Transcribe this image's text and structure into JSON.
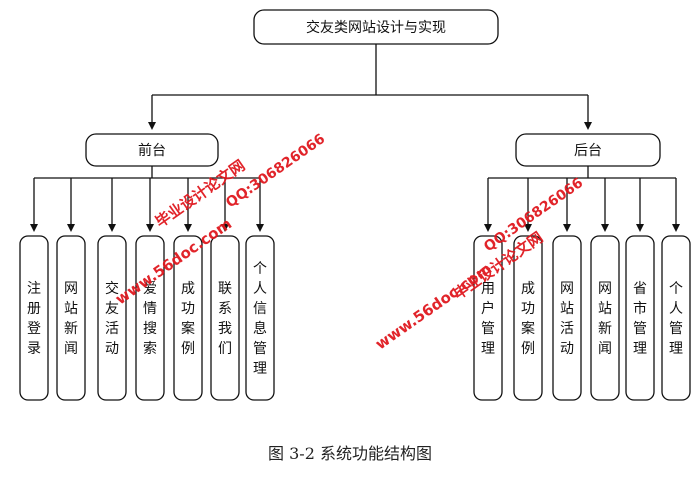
{
  "root": {
    "label": "交友类网站设计与实现"
  },
  "groups": [
    {
      "label": "前台",
      "children": [
        "注册登录",
        "网站新闻",
        "交友活动",
        "爱情搜索",
        "成功案例",
        "联系我们",
        "个人信息管理"
      ]
    },
    {
      "label": "后台",
      "children": [
        "用户管理",
        "成功案例",
        "网站活动",
        "网站新闻",
        "省市管理",
        "个人管理"
      ]
    }
  ],
  "caption": "图 3-2 系统功能结构图",
  "watermarks": [
    {
      "text": "毕业设计论文网"
    },
    {
      "text": "www.56doc.com"
    },
    {
      "text": "QQ:306826066"
    },
    {
      "text": "毕业设计论文网"
    },
    {
      "text": "www.56doc.com"
    },
    {
      "text": "QQ:306826066"
    }
  ],
  "colors": {
    "line": "#111111",
    "box_border": "#111111",
    "watermark": "#e0191f"
  }
}
